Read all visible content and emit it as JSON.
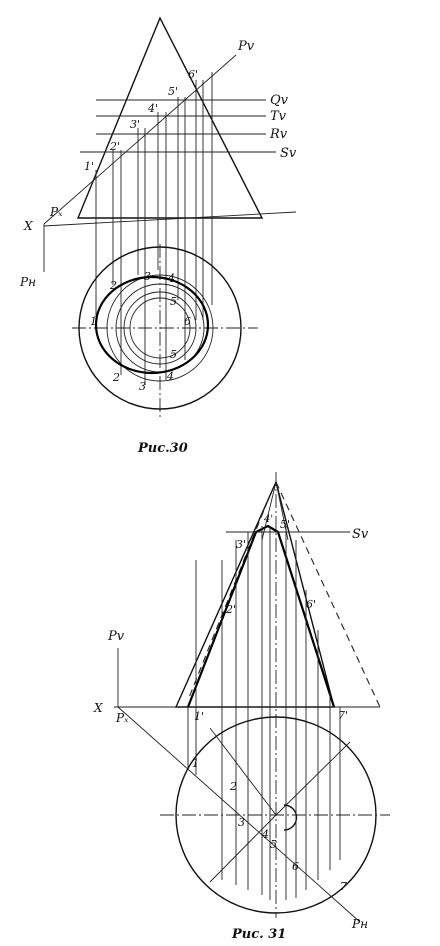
{
  "fig30": {
    "caption": "Рис.30",
    "labels": {
      "Pv": "Pv",
      "Qv": "Qv",
      "Tv": "Tv",
      "Rv": "Rv",
      "Sv": "Sv",
      "X": "X",
      "Px": "Pₓ",
      "Ph": "Pн",
      "p1v": "1'",
      "p2v": "2'",
      "p3v": "3'",
      "p4v": "4'",
      "p5v": "5'",
      "p6v": "6'",
      "h1": "1",
      "h2a": "2",
      "h2b": "2",
      "h3a": "3",
      "h3b": "3",
      "h4a": "4",
      "h4b": "4",
      "h5a": "5",
      "h5b": "5",
      "h6": "6"
    }
  },
  "fig31": {
    "caption": "Рис. 31",
    "labels": {
      "Pv": "Pv",
      "Sv": "Sv",
      "X": "X",
      "Px": "Pₓ",
      "Ph": "Pн",
      "p1v": "1'",
      "p2v": "2'",
      "p3v": "3'",
      "p4v": "4'",
      "p5v": "5'",
      "p6v": "6'",
      "p7v": "7'",
      "h1": "1",
      "h2": "2",
      "h3": "3",
      "h4": "4",
      "h5": "5",
      "h6": "6",
      "h7": "7"
    }
  }
}
